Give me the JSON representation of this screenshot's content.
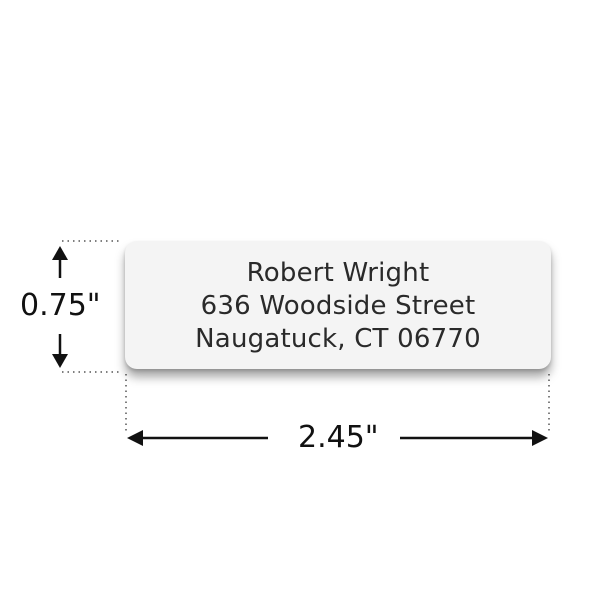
{
  "label": {
    "name": "Robert Wright",
    "street": "636 Woodside Street",
    "city_line": "Naugatuck, CT 06770",
    "background_color": "#f4f4f4",
    "text_color": "#2a2a2a"
  },
  "dimensions": {
    "height_text": "0.75\"",
    "width_text": "2.45\""
  }
}
